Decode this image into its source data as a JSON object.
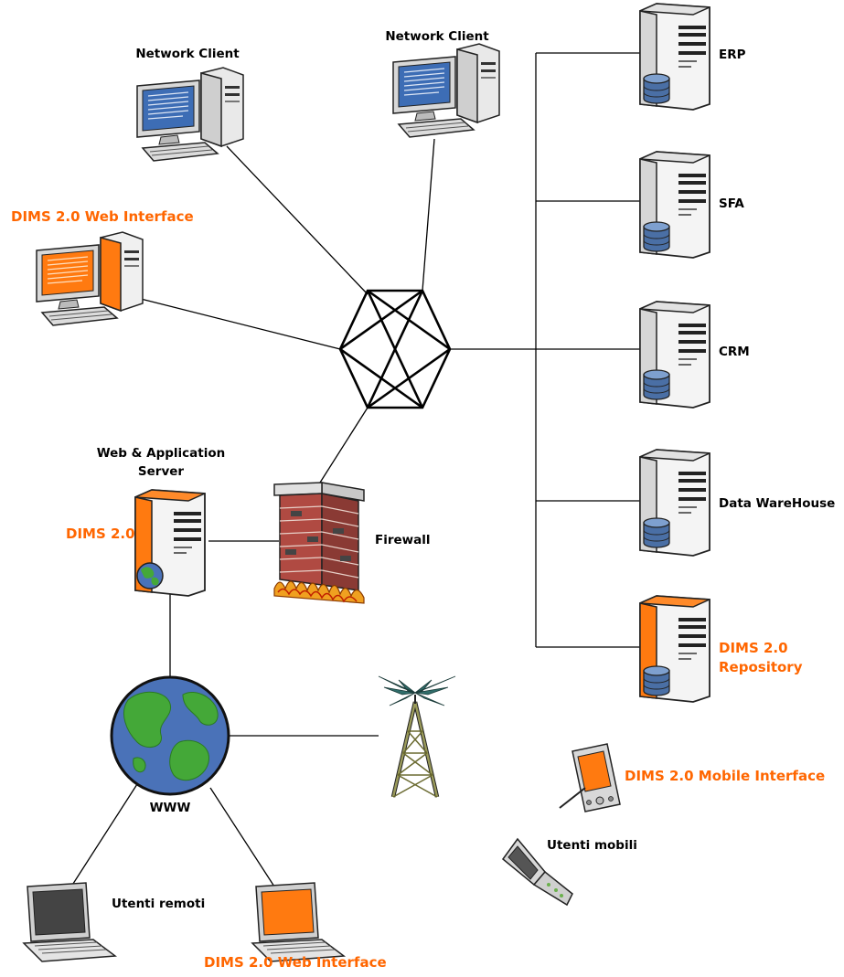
{
  "colors": {
    "accent": "#ff6600",
    "line": "#000000",
    "server_body": "#f2f2f2",
    "db": "#4a6fa5",
    "screen_blue": "#3d6db5",
    "globe_ocean": "#4a72b8",
    "globe_land": "#44a838",
    "brick": "#a0403a"
  },
  "labels": {
    "network_client_left": "Network Client",
    "network_client_right": "Network Client",
    "dims_web_interface_top": "DIMS 2.0 Web Interface",
    "web_app_server_line1": "Web & Application",
    "web_app_server_line2": "Server",
    "dims_server": "DIMS 2.0",
    "firewall": "Firewall",
    "www": "WWW",
    "utenti_remoti": "Utenti remoti",
    "dims_web_interface_bottom": "DIMS 2.0 Web Interface",
    "erp": "ERP",
    "sfa": "SFA",
    "crm": "CRM",
    "data_warehouse": "Data WareHouse",
    "dims_repository_line1": "DIMS 2.0",
    "dims_repository_line2": "Repository",
    "dims_mobile_interface": "DIMS 2.0 Mobile  Interface",
    "utenti_mobili": "Utenti mobili"
  },
  "icons": {
    "client_pc": "desktop-computer-icon",
    "server": "server-tower-icon",
    "database": "database-icon",
    "hub": "network-hub-icon",
    "firewall": "brick-wall-firewall-icon",
    "globe": "globe-icon",
    "antenna": "radio-tower-icon",
    "laptop": "laptop-icon",
    "pda": "pda-icon",
    "phone": "flip-phone-icon"
  }
}
